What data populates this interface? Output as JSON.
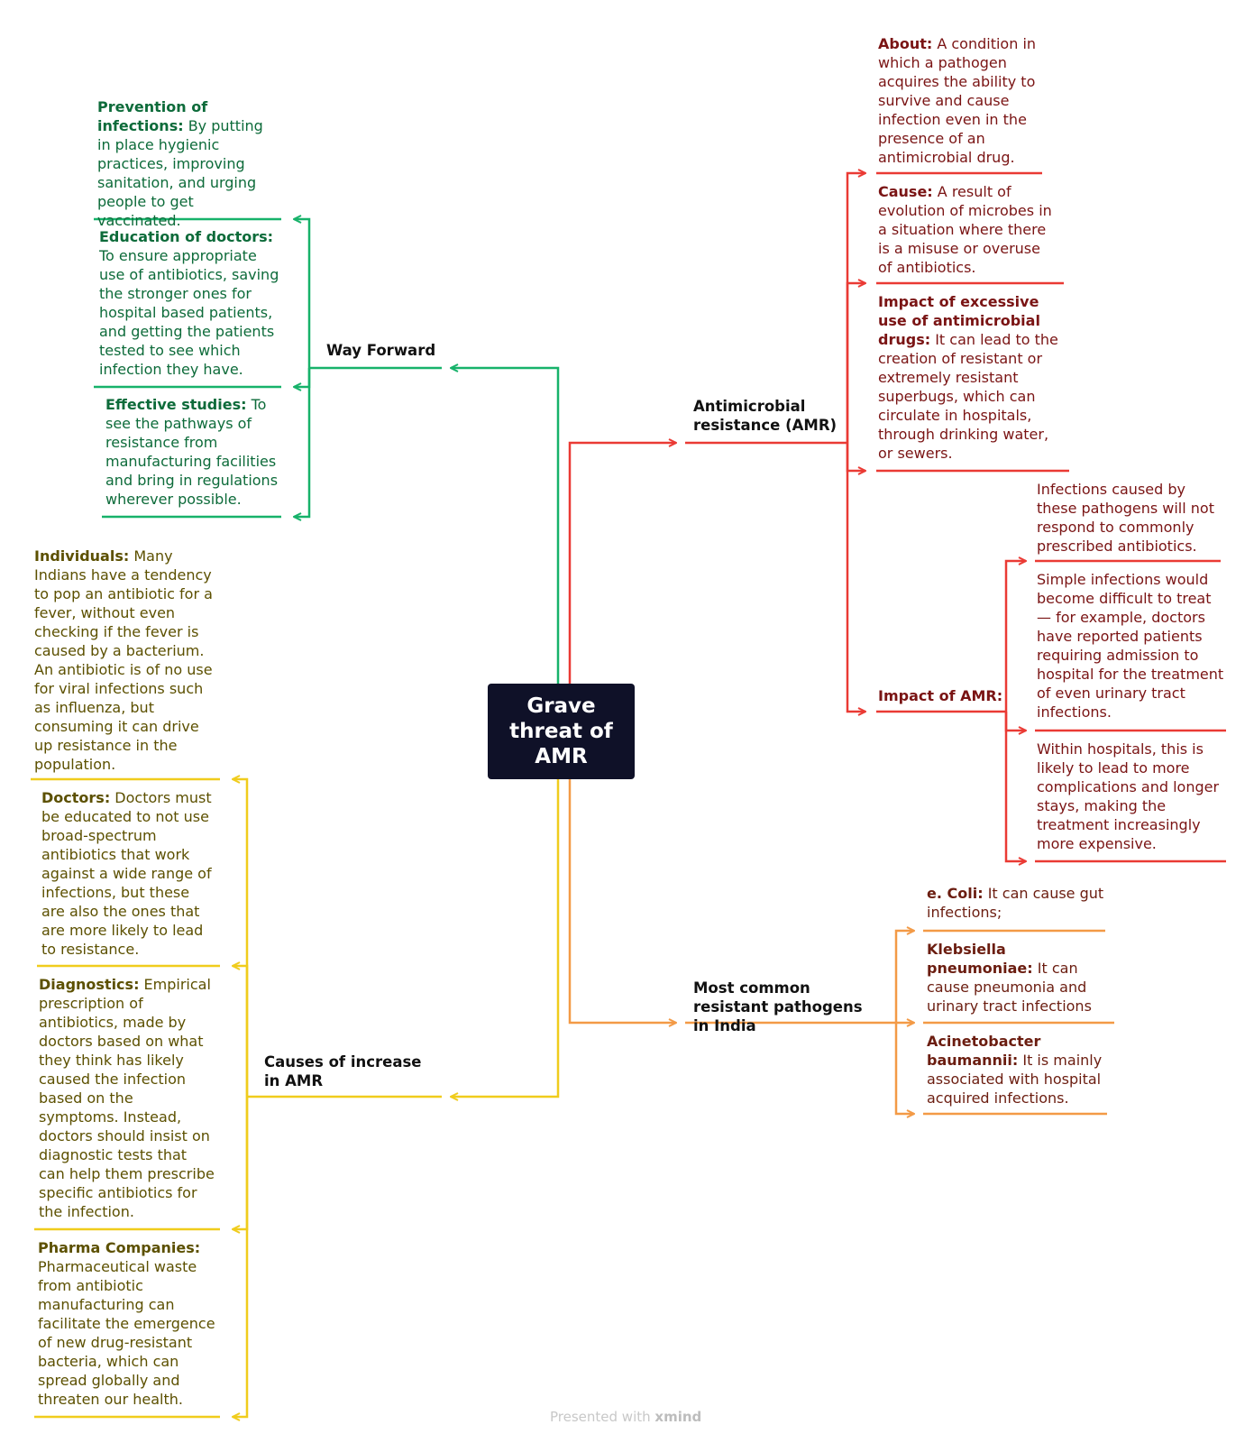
{
  "central_topic": "Grave\nthreat of\nAMR",
  "branches": {
    "way_forward": {
      "title": "Way Forward",
      "items": [
        {
          "head": "Prevention of infections:",
          "text": " By putting in place hygienic practices, improving sanitation, and urging people to get vaccinated."
        },
        {
          "head": "Education of doctors:",
          "text": " To ensure appropriate use of antibiotics, saving the stronger ones for hospital based patients, and getting the patients tested to see which infection they have."
        },
        {
          "head": "Effective studies:",
          "text": " To see the pathways of resistance from manufacturing facilities and bring in regulations wherever possible."
        }
      ]
    },
    "amr": {
      "title": "Antimicrobial resistance (AMR)",
      "items": [
        {
          "head": "About:",
          "text": " A condition in which a pathogen acquires the ability to survive and cause infection even in the presence of an antimicrobial drug."
        },
        {
          "head": "Cause:",
          "text": " A result of evolution of microbes in a situation where there is a misuse or overuse of antibiotics."
        },
        {
          "head": "Impact of excessive use of antimicrobial drugs:",
          "text": " It can lead to the creation of resistant or extremely resistant superbugs, which can circulate in hospitals, through drinking water, or sewers."
        }
      ],
      "impact": {
        "title": "Impact of AMR:",
        "items": [
          "Infections caused by these pathogens will not respond to commonly prescribed antibiotics.",
          "Simple infections would become difficult to treat — for example, doctors have reported patients requiring admission to hospital for the treatment of even urinary tract infections.",
          "Within hospitals, this is likely to lead to more complications and longer stays, making the treatment increasingly more expensive."
        ]
      }
    },
    "causes": {
      "title": "Causes of increase in AMR",
      "items": [
        {
          "head": "Individuals:",
          "text": " Many Indians have a tendency to pop an antibiotic for a fever, without even checking if the fever is caused by a bacterium. An antibiotic is of no use for viral infections such as influenza, but consuming it can drive up resistance in the population."
        },
        {
          "head": "Doctors:",
          "text": " Doctors must be educated to not use broad-spectrum antibiotics that work against a wide range of infections, but these are also the ones that are more likely to lead to resistance."
        },
        {
          "head": "Diagnostics:",
          "text": " Empirical prescription of antibiotics, made by doctors based on what they think has likely caused the infection based on the symptoms. Instead, doctors should insist on diagnostic tests that can help them prescribe specific antibiotics for the infection."
        },
        {
          "head": "Pharma Companies:",
          "text": " Pharmaceutical waste from antibiotic manufacturing can facilitate the emergence of new drug-resistant bacteria, which can spread globally and threaten our health."
        }
      ]
    },
    "pathogens": {
      "title": "Most common resistant pathogens in India",
      "items": [
        {
          "head": "e. Coli:",
          "text": " It can cause gut infections;"
        },
        {
          "head": "Klebsiella pneumoniae:",
          "text": " It can cause pneumonia and urinary tract infections"
        },
        {
          "head": "Acinetobacter baumannii:",
          "text": " It is mainly associated with hospital acquired infections."
        }
      ]
    }
  },
  "footer": {
    "prefix": "Presented with ",
    "brand": "xmind"
  },
  "colors": {
    "way_forward": "#17b26a",
    "amr": "#ea3a34",
    "causes": "#f0cc1c",
    "pathogens": "#f39a46",
    "central_bg": "#0f1128"
  }
}
